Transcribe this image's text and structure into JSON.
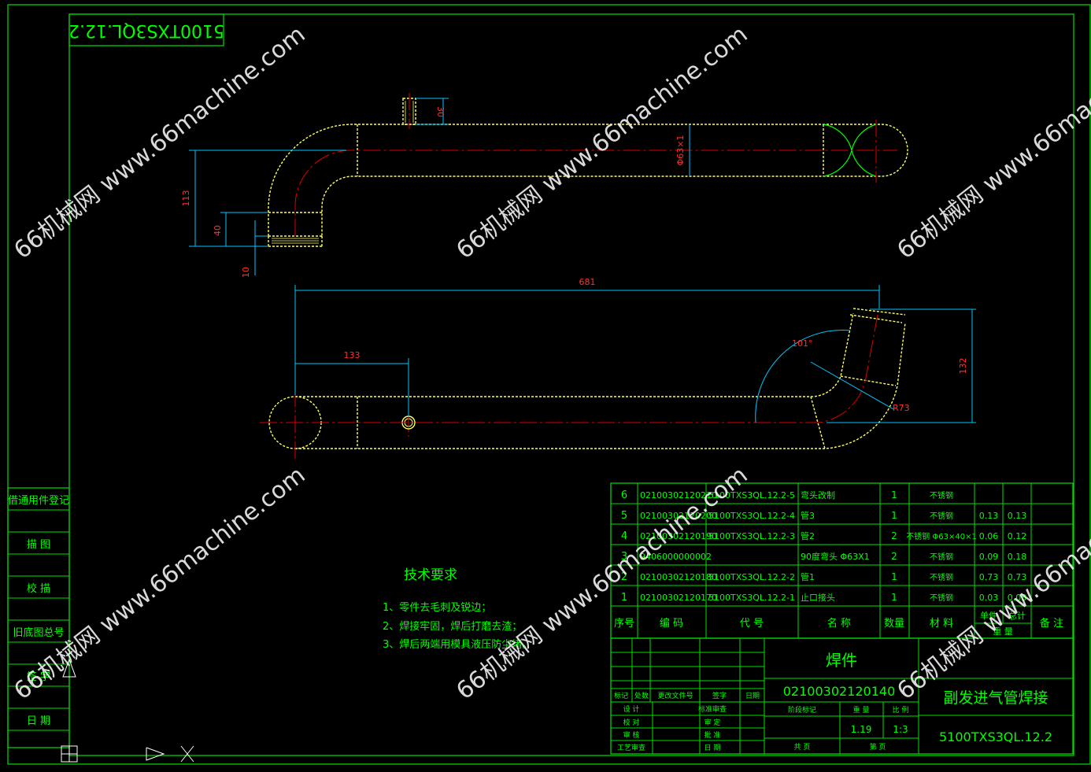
{
  "drawing": {
    "code_rotated": "5100TXS3QL.12.2",
    "dims": {
      "d30": "30",
      "d113": "113",
      "d40": "40",
      "d10": "10",
      "dia63": "Φ63×1",
      "d681": "681",
      "d133": "133",
      "d132": "132",
      "ang101": "101°",
      "r73": "R73"
    },
    "tech": {
      "title": "技术要求",
      "items": [
        "1、零件去毛刺及锐边；",
        "2、焊接牢固，焊后打磨去渣；",
        "3、焊后两端用模具液压防尘堵。"
      ]
    }
  },
  "side_stamps": [
    "借通用件登记",
    "描 图",
    "校 描",
    "旧底图总号",
    "签 字",
    "日 期"
  ],
  "bom": {
    "headers": [
      "序号",
      "编  码",
      "代  号",
      "名  称",
      "数量",
      "材  料",
      "单件",
      "总计",
      "重  量",
      "备 注"
    ],
    "rows": [
      {
        "no": "6",
        "code": "02100302120210",
        "dwg": "5100TXS3QL.12.2-5",
        "name": "弯头改制",
        "qty": "1",
        "mat": "不锈钢",
        "unit": "",
        "total": ""
      },
      {
        "no": "5",
        "code": "02100302120200",
        "dwg": "5100TXS3QL.12.2-4",
        "name": "管3",
        "qty": "1",
        "mat": "不锈钢",
        "unit": "0.13",
        "total": "0.13"
      },
      {
        "no": "4",
        "code": "02100302120190",
        "dwg": "5100TXS3QL.12.2-3",
        "name": "管2",
        "qty": "2",
        "mat": "不锈钢 Φ63×40×1",
        "unit": "0.06",
        "total": "0.12"
      },
      {
        "no": "3",
        "code": "9406000000002",
        "dwg": "",
        "name": "90度弯头 Φ63X1",
        "qty": "2",
        "mat": "不锈钢",
        "unit": "0.09",
        "total": "0.18"
      },
      {
        "no": "2",
        "code": "02100302120180",
        "dwg": "5100TXS3QL.12.2-2",
        "name": "管1",
        "qty": "1",
        "mat": "不锈钢",
        "unit": "0.73",
        "total": "0.73"
      },
      {
        "no": "1",
        "code": "02100302120170",
        "dwg": "5100TXS3QL.12.2-1",
        "name": "止口接头",
        "qty": "1",
        "mat": "不锈钢",
        "unit": "0.03",
        "total": "0.03"
      }
    ]
  },
  "title_block": {
    "part_type": "焊件",
    "code": "02100302120140",
    "name": "副发进气管焊接",
    "drawing_no": "5100TXS3QL.12.2",
    "weight": "1.19",
    "scale": "1:3",
    "labels": {
      "mark": "标记",
      "count": "处数",
      "change_doc": "更改文件号",
      "sign": "签字",
      "date": "日期",
      "design": "设 计",
      "std_review": "标准审查",
      "check": "校 对",
      "review": "审 定",
      "audit": "审 核",
      "approve": "批 准",
      "process": "工艺审查",
      "date2": "日 期",
      "stage": "阶段标记",
      "weight": "重 量",
      "scale": "比 例",
      "total_sheets": "共  页",
      "sheet_no": "第  页"
    },
    "revision_date": "日期"
  },
  "watermark": "66机械网 www.66machine.com",
  "colors": {
    "frame": "#00e000",
    "outline": "#ffff66",
    "dimension": "#00c8ff",
    "centerline": "#e00000",
    "text_green": "#00ff00",
    "text_red": "#ff3030",
    "watermark": "#ffffff"
  }
}
